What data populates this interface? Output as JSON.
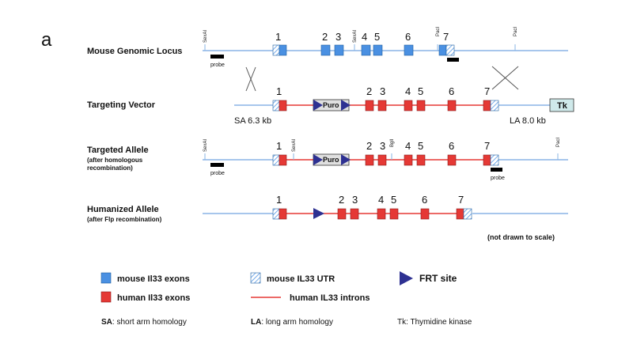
{
  "panel_letter": "a",
  "rows": {
    "locus": {
      "title": "Mouse Genomic Locus",
      "probe": "probe",
      "sites": [
        "SexAI",
        "SexAI",
        "PacI",
        "PacI"
      ],
      "exons": [
        "1",
        "2",
        "3",
        "4",
        "5",
        "6",
        "7"
      ]
    },
    "vector": {
      "title": "Targeting Vector",
      "exons": [
        "1",
        "2",
        "3",
        "4",
        "5",
        "6",
        "7"
      ],
      "puro": "Puro",
      "tk": "Tk",
      "sa": "SA 6.3 kb",
      "la": "LA 8.0 kb"
    },
    "targeted": {
      "title": "Targeted Allele",
      "subtitle1": "(after homologous",
      "subtitle2": "recombination)",
      "probe1": "probe",
      "probe2": "probe",
      "sites": [
        "SexAI",
        "SexAI",
        "BglI",
        "PacI"
      ],
      "exons": [
        "1",
        "2",
        "3",
        "4",
        "5",
        "6",
        "7"
      ],
      "puro": "Puro"
    },
    "humanized": {
      "title": "Humanized Allele",
      "subtitle": "(after Flp recombination)",
      "exons": [
        "1",
        "2",
        "3",
        "4",
        "5",
        "6",
        "7"
      ]
    }
  },
  "note": "(not drawn to scale)",
  "legend": {
    "mouse_exons": "mouse Il33 exons",
    "human_exons": "human  Il33 exons",
    "mouse_utr": "mouse IL33 UTR",
    "human_introns": "human IL33 introns",
    "frt": "FRT site",
    "sa_key": "SA",
    "sa_desc": ":  short arm homology",
    "la_key": "LA",
    "la_desc": ": long arm homology",
    "tk_desc": "Tk: Thymidine kinase"
  },
  "colors": {
    "mouse_blue": "#4a90e2",
    "human_red": "#e53935",
    "line_blue": "#8ab4e6",
    "line_red": "#e53935",
    "frt": "#2e3192",
    "tk_fill": "#cfe9ea",
    "puro_fill": "#e0e0e0"
  }
}
